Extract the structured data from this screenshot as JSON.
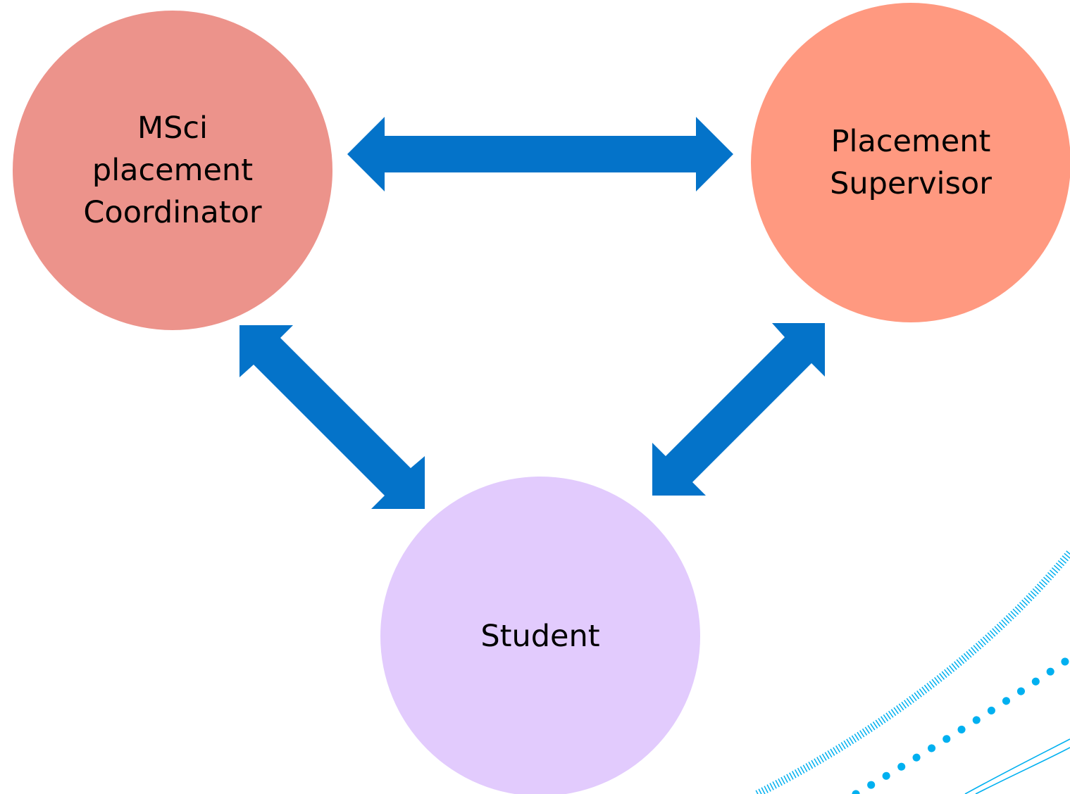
{
  "nodes": {
    "coordinator": {
      "label": "MSci\nplacement\nCoordinator",
      "color": "#EC938B"
    },
    "supervisor": {
      "label": "Placement\nSupervisor",
      "color": "#FF9980"
    },
    "student": {
      "label": "Student",
      "color": "#E2CBFD"
    }
  },
  "arrows": {
    "color": "#0473C9",
    "connections": [
      {
        "from": "coordinator",
        "to": "supervisor",
        "direction": "both"
      },
      {
        "from": "coordinator",
        "to": "student",
        "direction": "both"
      },
      {
        "from": "supervisor",
        "to": "student",
        "direction": "both"
      }
    ]
  },
  "decoration": {
    "swoosh_color": "#00B0F0"
  }
}
